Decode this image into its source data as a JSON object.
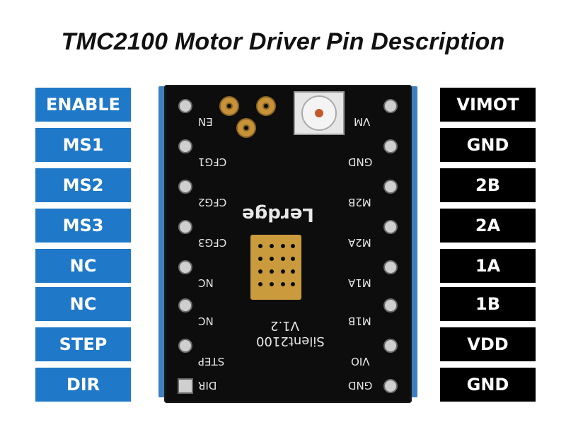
{
  "title": "TMC2100 Motor Driver Pin Description",
  "left_pins": [
    "ENABLE",
    "MS1",
    "MS2",
    "MS3",
    "NC",
    "NC",
    "STEP",
    "DIR"
  ],
  "right_pins": [
    "VIMOT",
    "GND",
    "2B",
    "2A",
    "1A",
    "1B",
    "VDD",
    "GND"
  ],
  "board": {
    "brand": "Lerdge",
    "model": "Silent2100",
    "version": "V1.2",
    "left_silk": [
      "EN",
      "CFG1",
      "CFG2",
      "CFG3",
      "NC",
      "NC",
      "STEP",
      "DIR"
    ],
    "right_silk": [
      "VM",
      "GND",
      "M2B",
      "M2A",
      "M1A",
      "M1B",
      "VIO",
      "GND"
    ]
  },
  "colors": {
    "left_label_bg": "#1f78c8",
    "right_label_bg": "#000000",
    "board": "#0d0d0d"
  }
}
